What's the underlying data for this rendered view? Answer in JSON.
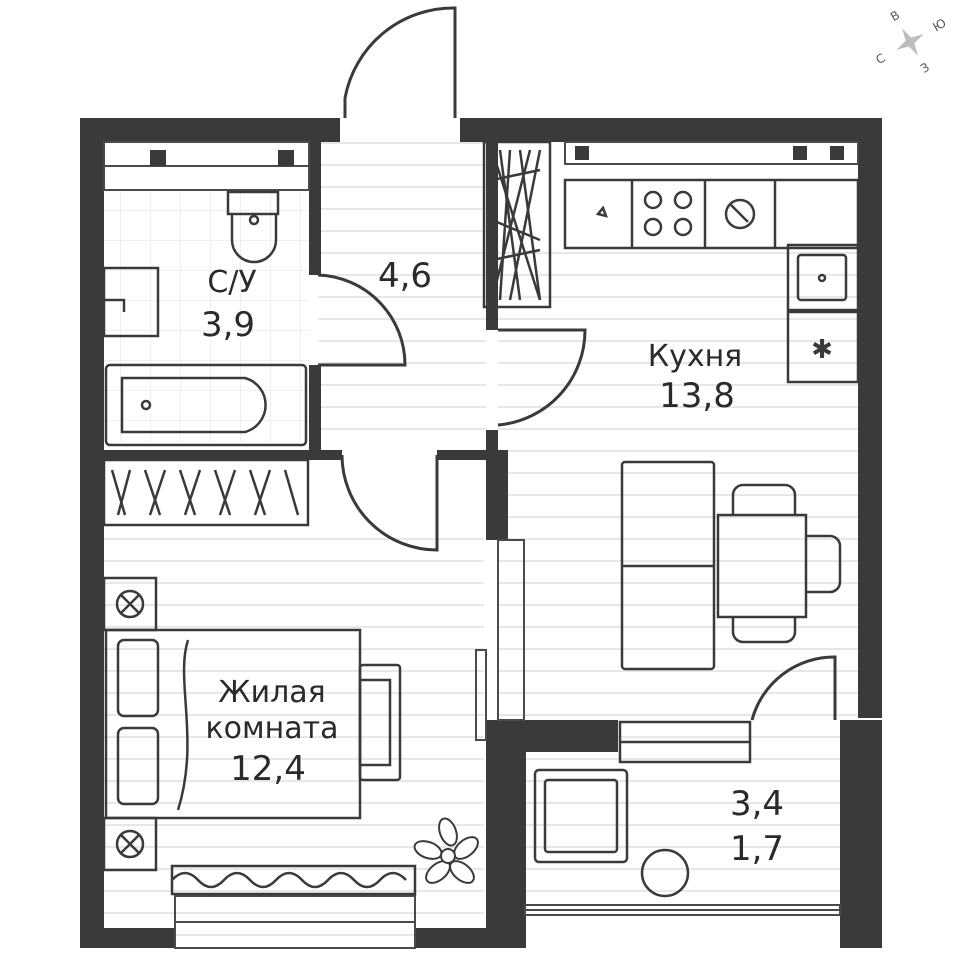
{
  "rooms": {
    "bathroom": {
      "name": "С/У",
      "area": "3,9"
    },
    "hall": {
      "area": "4,6"
    },
    "kitchen": {
      "name": "Кухня",
      "area": "13,8"
    },
    "living": {
      "name_line1": "Жилая",
      "name_line2": "комната",
      "area": "12,4"
    },
    "balcony": {
      "area_full": "3,4",
      "area_reduced": "1,7"
    }
  },
  "compass": {
    "north": "С",
    "south": "Ю",
    "east": "В",
    "west": "З"
  },
  "colors": {
    "wall": "#3a3a3a",
    "line": "#4a4a4a",
    "floor_stripe": "#d9d9d9",
    "background": "#ffffff"
  }
}
